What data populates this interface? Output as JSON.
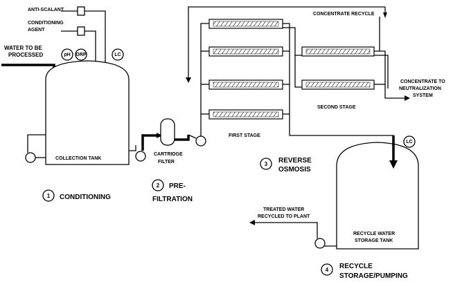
{
  "diagram": {
    "labels": {
      "anti_scalant": "ANTI-SCALANT",
      "conditioning_agent_1": "CONDITIONING",
      "conditioning_agent_2": "AGENT",
      "water_in_1": "WATER TO BE",
      "water_in_2": "PROCESSED",
      "instrument_ph": "pH",
      "instrument_orp": "ORP",
      "instrument_lc_1": "LC",
      "instrument_lc_2": "LC",
      "collection_tank": "COLLECTION TANK",
      "cartridge_filter_1": "CARTRIDGE",
      "cartridge_filter_2": "FILTER",
      "concentrate_recycle": "CONCENTRATE RECYCLE",
      "concentrate_out_1": "CONCENTRATE TO",
      "concentrate_out_2": "NEUTRALIZATION",
      "concentrate_out_3": "SYSTEM",
      "first_stage": "FIRST STAGE",
      "second_stage": "SECOND STAGE",
      "treated_water_1": "TREATED  WATER",
      "treated_water_2": "RECYCLED TO PLANT",
      "recycle_tank_1": "RECYCLE WATER",
      "recycle_tank_2": "STORAGE TANK"
    },
    "steps": [
      {
        "number": "1",
        "title_1": "CONDITIONING",
        "title_2": ""
      },
      {
        "number": "2",
        "title_1": "PRE-",
        "title_2": "FILTRATION"
      },
      {
        "number": "3",
        "title_1": "REVERSE",
        "title_2": "OSMOSIS"
      },
      {
        "number": "4",
        "title_1": "RECYCLE",
        "title_2": "STORAGE/PUMPING"
      }
    ]
  }
}
